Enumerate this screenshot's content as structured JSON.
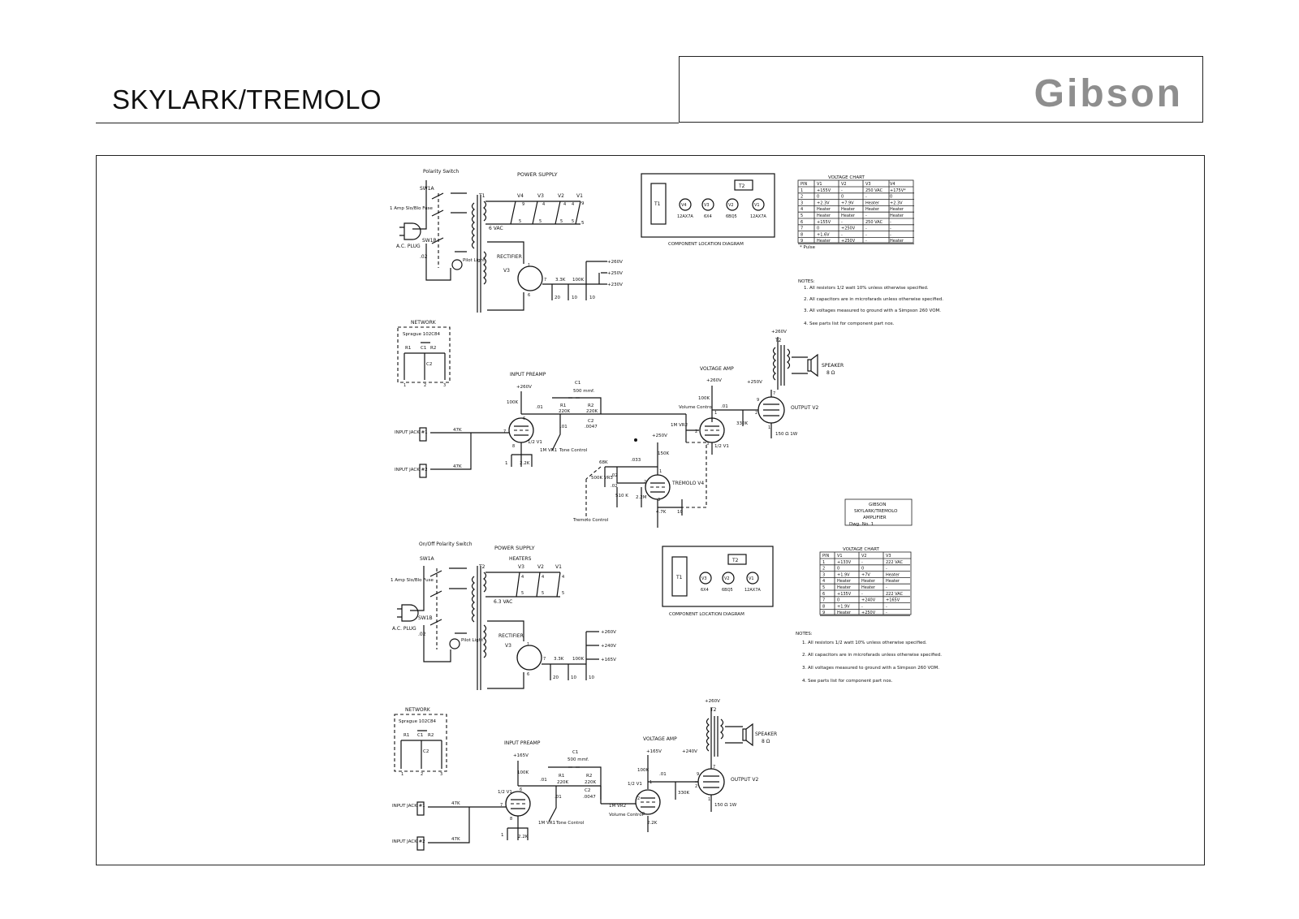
{
  "header": {
    "title": "SKYLARK/TREMOLO",
    "brand": "Gibson"
  },
  "diagram1": {
    "power": {
      "polarity_switch": "Polarity Switch",
      "sw1a": "SW1A",
      "fuse": "1 Amp Slo/Blo Fuse",
      "ac_plug": "A.C. PLUG",
      "sw1b": "SW1B",
      "cap": ".02",
      "pilot": "Pilot Light",
      "title": "POWER SUPPLY",
      "t1": "T1",
      "vac": "6 VAC",
      "tubes": [
        "V4",
        "V3",
        "V2",
        "V1"
      ],
      "pin_left": "9",
      "pin_right": "5",
      "pins_top": [
        "9",
        "4",
        "4",
        "4"
      ],
      "pins_bottom": [
        "5",
        "5",
        "5",
        "5"
      ],
      "rectifier": "RECTIFIER",
      "v3": "V3",
      "rpin_top": "1",
      "rpin_bottom": "6",
      "rpin_side": "7",
      "r1": "3.3K",
      "r2": "100K",
      "c1": "20",
      "c2": "10",
      "c3": "10",
      "rail1": "+260V",
      "rail2": "+250V",
      "rail3": "+230V"
    },
    "component_location": {
      "t1": "T1",
      "sockets": [
        {
          "name": "V4",
          "type": "12AX7A"
        },
        {
          "name": "V3",
          "type": "6X4"
        },
        {
          "name": "V2",
          "type": "6BQ5"
        },
        {
          "name": "V1",
          "type": "12AX7A"
        }
      ],
      "t2": "T2",
      "caption": "COMPONENT LOCATION DIAGRAM"
    },
    "voltage_chart": {
      "title": "VOLTAGE CHART",
      "columns": [
        "PIN",
        "V1",
        "V2",
        "V3",
        "V4"
      ],
      "rows": [
        [
          "1",
          "+155V",
          "-",
          "250 VAC",
          "+175V*"
        ],
        [
          "2",
          "0",
          "0",
          "-",
          "0"
        ],
        [
          "3",
          "+2.3V",
          "+7.9V",
          "Heater",
          "+2.3V"
        ],
        [
          "4",
          "Heater",
          "Heater",
          "Heater",
          "Heater"
        ],
        [
          "5",
          "Heater",
          "Heater",
          "-",
          "Heater"
        ],
        [
          "6",
          "+155V",
          "-",
          "250 VAC",
          "-"
        ],
        [
          "7",
          "0",
          "+250V",
          "-",
          "-"
        ],
        [
          "8",
          "+1.6V",
          "-",
          "-",
          "-"
        ],
        [
          "9",
          "Heater",
          "+250V",
          "-",
          "Heater"
        ]
      ],
      "footnote": "* Pulse"
    },
    "notes": {
      "title": "NOTES:",
      "items": [
        "1. All resistors 1/2 watt 10% unless otherwise specified.",
        "2. All capacitors are in microfarads unless otherwise specified.",
        "3. All voltages measured to ground with a Simpson 260 VOM.",
        "4. See parts list for component part nos."
      ]
    },
    "network": {
      "title": "NETWORK",
      "part": "Sprague 102C84",
      "r1": "R1",
      "c1": "C1",
      "r2": "R2",
      "c2": "C2",
      "pins": [
        "1",
        "2",
        "3"
      ]
    },
    "preamp": {
      "title": "INPUT PREAMP",
      "b_plus": "+260V",
      "r_plate": "100K",
      "c_coupling": ".01",
      "c1": "C1",
      "c1_val": "500 mmf.",
      "r1": "R1",
      "r1_val": "220K",
      "r2": "R2",
      "r2_val": "220K",
      "c2": "C2",
      "c2_val": ".0047",
      "c_tone": ".01",
      "pin2": "7",
      "pin1": "6",
      "pin3": "8",
      "tube": "1/2 V1",
      "vr1": "1M VR1",
      "tone": "Tone Control",
      "r_cath": "2.2K",
      "c_cath": "1",
      "r_in1": "47K",
      "r_in2": "47K",
      "jack1": "INPUT JACK #1",
      "jack2": "INPUT JACK #2"
    },
    "voltage_amp": {
      "title": "VOLTAGE AMP",
      "b_plus": "+260V",
      "r_plate": "100K",
      "cap": ".01",
      "volume": "Volume Control",
      "vr2": "1M VR2",
      "tube": "1/2 V1",
      "grid_r": "330K",
      "pins": [
        "1",
        "2",
        "3"
      ]
    },
    "output": {
      "b_plus": "+260V",
      "t2": "T2",
      "speaker": "SPEAKER",
      "ohms": "8 Ω",
      "screen": "+250V",
      "tube": "OUTPUT V2",
      "r_cath": "150 Ω 1W",
      "pin_grid": "2",
      "pin_plate": "7",
      "pin_screen": "9",
      "pin_cath": "1"
    },
    "tremolo": {
      "b_plus": "+250V",
      "r_plate": "150K",
      "r_68k": "68K",
      "c_033": ".033",
      "c_02a": ".02",
      "c_02b": ".02",
      "vr3": "500K VR3",
      "r_510k": "510 K",
      "r_22m": "2.2M",
      "r_47k": "4.7K",
      "c_10": "10",
      "tube": "TREMOLO V4",
      "control": "Tremolo Control",
      "pin1": "1",
      "pin2": "2",
      "pin3": "3"
    },
    "title_block": {
      "line1": "GIBSON",
      "line2": "SKYLARK/TREMOLO",
      "line3": "AMPLIFIER",
      "dwg": "Dwg. No. 1"
    }
  },
  "diagram2": {
    "power": {
      "polarity_switch": "On/Off Polarity Switch",
      "sw1a": "SW1A",
      "fuse": "1 Amp Slo/Blo Fuse",
      "ac_plug": "A.C. PLUG",
      "sw1b": "SW1B",
      "cap": ".02",
      "pilot": "Pilot Light",
      "title": "POWER SUPPLY",
      "heaters": "HEATERS",
      "t2": "T2",
      "vac": "6.3 VAC",
      "tubes": [
        "V3",
        "V2",
        "V1"
      ],
      "pins_top": [
        "4",
        "4",
        "4"
      ],
      "pins_bottom": [
        "5",
        "5",
        "5"
      ],
      "rectifier": "RECTIFIER",
      "v3": "V3",
      "rpin_top": "1",
      "rpin_bottom": "6",
      "rpin_side": "7",
      "r1": "3.3K",
      "r2": "100K",
      "c1": "20",
      "c2": "10",
      "c3": "10",
      "rail1": "+260V",
      "rail2": "+240V",
      "rail3": "+165V"
    },
    "component_location": {
      "t1": "T1",
      "sockets": [
        {
          "name": "V3",
          "type": "6X4"
        },
        {
          "name": "V2",
          "type": "6BQ5"
        },
        {
          "name": "V1",
          "type": "12AX7A"
        }
      ],
      "t2": "T2",
      "caption": "COMPONENT LOCATION DIAGRAM"
    },
    "voltage_chart": {
      "title": "VOLTAGE CHART",
      "columns": [
        "PIN",
        "V1",
        "V2",
        "V3"
      ],
      "rows": [
        [
          "1",
          "+133V",
          "-",
          "222 VAC"
        ],
        [
          "2",
          "0",
          "0",
          "-"
        ],
        [
          "3",
          "+1.9V",
          "+7V",
          "Heater"
        ],
        [
          "4",
          "Heater",
          "Heater",
          "Heater"
        ],
        [
          "5",
          "Heater",
          "Heater",
          "-"
        ],
        [
          "6",
          "+135V",
          "-",
          "222 VAC"
        ],
        [
          "7",
          "0",
          "+240V",
          "+165V"
        ],
        [
          "8",
          "+1.9V",
          "-",
          "-"
        ],
        [
          "9",
          "Heater",
          "+250V",
          "-"
        ]
      ]
    },
    "notes": {
      "title": "NOTES:",
      "items": [
        "1. All resistors 1/2 watt 10% unless otherwise specified.",
        "2. All capacitors are in microfarads unless otherwise specified.",
        "3. All voltages measured to ground with a Simpson 260 VOM.",
        "4. See parts list for component part nos."
      ]
    },
    "network": {
      "title": "NETWORK",
      "part": "Sprague 102C84",
      "r1": "R1",
      "c1": "C1",
      "r2": "R2",
      "c2": "C2",
      "pins": [
        "1",
        "2",
        "3"
      ]
    },
    "preamp": {
      "title": "INPUT PREAMP",
      "b_plus": "+165V",
      "r_plate": "100K",
      "c_coupling": ".01",
      "c1": "C1",
      "c1_val": "500 mmf.",
      "r1": "R1",
      "r1_val": "220K",
      "r2": "R2",
      "r2_val": "220K",
      "c2": "C2",
      "c2_val": ".0047",
      "c_tone": ".01",
      "tube": "1/2 V1",
      "pin_grid": "7",
      "pin_plate": "6",
      "pin_cath": "8",
      "vr1": "1M VR1",
      "tone": "Tone Control",
      "r_cath": "2.2K",
      "c_cath": "1",
      "r_in1": "47K",
      "r_in2": "47K",
      "jack1": "INPUT JACK #1",
      "jack2": "INPUT JACK #2"
    },
    "voltage_amp": {
      "title": "VOLTAGE AMP",
      "b_plus": "+165V",
      "r_plate": "100K",
      "cap": ".01",
      "tube": "1/2 V1",
      "vr2": "1M VR2",
      "volume": "Volume Control",
      "grid_r": "330K",
      "r_cath": "2.2K",
      "pin_grid": "2",
      "pin_plate": "1",
      "pin_cath": "3"
    },
    "output": {
      "b_plus": "+260V",
      "t2": "T2",
      "speaker": "SPEAKER",
      "ohms": "8 Ω",
      "screen": "+240V",
      "tube": "OUTPUT V2",
      "r_cath": "150 Ω 1W",
      "pin_plate": "7",
      "pin_screen": "9",
      "pin_grid": "2",
      "pin_cath": "1"
    }
  }
}
